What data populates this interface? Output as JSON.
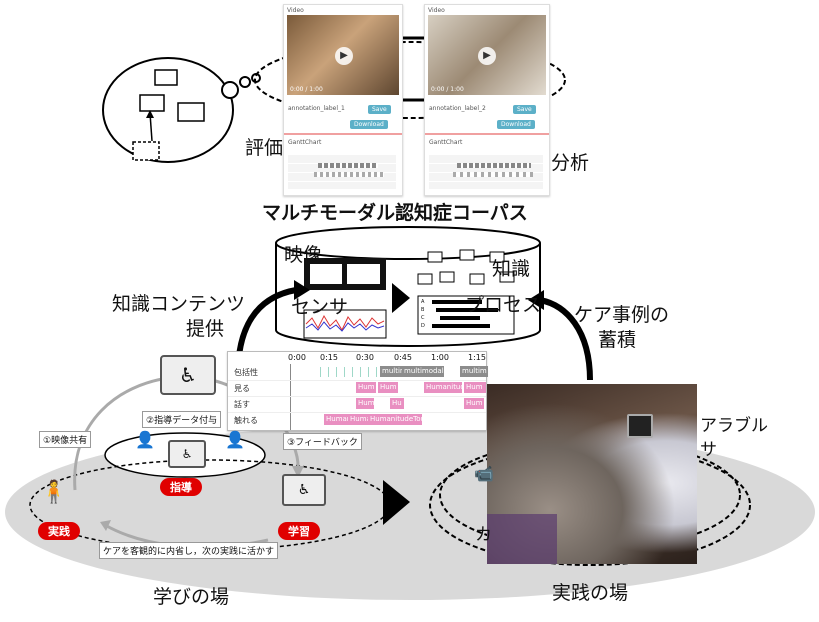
{
  "top": {
    "panels": [
      {
        "video_label": "Video",
        "time": "0:00 / 1:00",
        "title_field": "annotation_label_1",
        "button": "Save",
        "download": "Download",
        "gantt_title": "GanttChart"
      },
      {
        "video_label": "Video",
        "time": "0:00 / 1:00",
        "title_field": "annotation_label_2",
        "button": "Save",
        "download": "Download",
        "gantt_title": "GanttChart"
      }
    ],
    "left_label": "評価",
    "right_label": "分析",
    "caption": "マルチモーダル認知症コーパス"
  },
  "database": {
    "video_label": "映像",
    "sensor_label": "センサ",
    "knowledge_label": "知識",
    "process_label": "プロセス",
    "process_rows": [
      "A",
      "B",
      "C",
      "D"
    ]
  },
  "arrows": {
    "provide_line1": "知識コンテンツ",
    "provide_line2": "提供",
    "accumulate_line1": "ケア事例の",
    "accumulate_line2": "蓄積"
  },
  "timeline": {
    "ticks": [
      "0:00",
      "0:15",
      "0:30",
      "0:45",
      "1:00",
      "1:15"
    ],
    "rows": [
      {
        "label": "包括性",
        "segments": [
          {
            "text": "multim",
            "color": "gray"
          },
          {
            "text": "multimodal",
            "color": "gray"
          },
          {
            "text": "multim",
            "color": "gray"
          }
        ]
      },
      {
        "label": "見る",
        "segments": [
          {
            "text": "Hum",
            "color": "pink"
          },
          {
            "text": "Hum",
            "color": "pink"
          },
          {
            "text": "HumanitudeL",
            "color": "pink"
          },
          {
            "text": "Hum",
            "color": "pink"
          }
        ]
      },
      {
        "label": "話す",
        "segments": [
          {
            "text": "Hum",
            "color": "pink"
          },
          {
            "text": "Hu",
            "color": "pink"
          },
          {
            "text": "Hum",
            "color": "pink"
          }
        ]
      },
      {
        "label": "触れる",
        "segments": [
          {
            "text": "Human",
            "color": "pink"
          },
          {
            "text": "Huma",
            "color": "pink"
          },
          {
            "text": "HumanitudeTouch",
            "color": "pink"
          }
        ]
      }
    ]
  },
  "learning": {
    "step1": "①映像共有",
    "step2": "②指導データ付与",
    "step3": "③フィードバック",
    "tag_guidance": "指導",
    "tag_practice": "実践",
    "tag_learning": "学習",
    "reflection": "ケアを客観的に内省し，次の実践に活かす",
    "place_label": "学びの場"
  },
  "practice": {
    "wearable_line1": "アラブル",
    "wearable_line2": "サ",
    "camera_label": "カ",
    "place_label": "実践の場"
  },
  "colors": {
    "accent_red": "#e00000",
    "timeline_pink": "#e98fc1",
    "timeline_gray": "#8c8c8c",
    "ellipse_gray": "#d9d9d9"
  }
}
